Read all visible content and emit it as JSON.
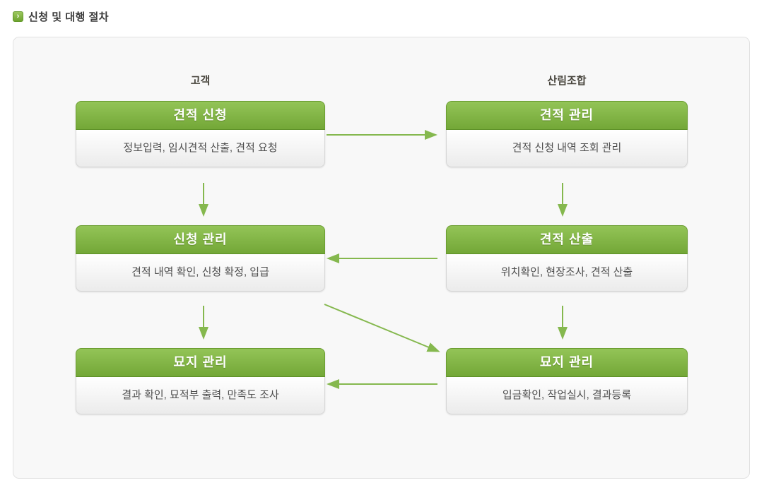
{
  "header": {
    "title": "신청 및 대행 절차",
    "bullet_glyph": "›"
  },
  "diagram": {
    "columns": [
      {
        "label": "고객"
      },
      {
        "label": "산림조합"
      }
    ],
    "nodes": [
      {
        "column": "고객",
        "title": "견적 신청",
        "desc": "정보입력, 임시견적 산출, 견적 요청"
      },
      {
        "column": "산림조합",
        "title": "견적 관리",
        "desc": "견적 신청 내역 조회 관리"
      },
      {
        "column": "고객",
        "title": "신청 관리",
        "desc": "견적 내역 확인, 신청 확정, 입급"
      },
      {
        "column": "산림조합",
        "title": "견적 산출",
        "desc": "위치확인, 현장조사, 견적 산출"
      },
      {
        "column": "고객",
        "title": "묘지 관리",
        "desc": "결과 확인, 묘적부 출력, 만족도 조사"
      },
      {
        "column": "산림조합",
        "title": "묘지 관리",
        "desc": "입금확인, 작업실시, 결과등록"
      }
    ],
    "edges": [
      {
        "from": "견적 신청",
        "to": "견적 관리",
        "direction": "right"
      },
      {
        "from": "견적 신청",
        "to": "신청 관리",
        "direction": "down"
      },
      {
        "from": "견적 관리",
        "to": "견적 산출",
        "direction": "down"
      },
      {
        "from": "견적 산출",
        "to": "신청 관리",
        "direction": "left"
      },
      {
        "from": "신청 관리",
        "to": "묘지 관리(고객)",
        "direction": "down"
      },
      {
        "from": "신청 관리",
        "to": "묘지 관리(산림조합)",
        "direction": "diagonal-down-right"
      },
      {
        "from": "견적 산출",
        "to": "묘지 관리(산림조합)",
        "direction": "down"
      },
      {
        "from": "묘지 관리(산림조합)",
        "to": "묘지 관리(고객)",
        "direction": "left"
      }
    ]
  },
  "colors": {
    "accent_green_top": "#93c457",
    "accent_green_bottom": "#73a737",
    "arrow_green": "#85b84e",
    "panel_bg": "#f8f8f8",
    "panel_border": "#e2e2e2",
    "title_text": "#3d3d3d",
    "body_text": "#4f4f4f"
  }
}
